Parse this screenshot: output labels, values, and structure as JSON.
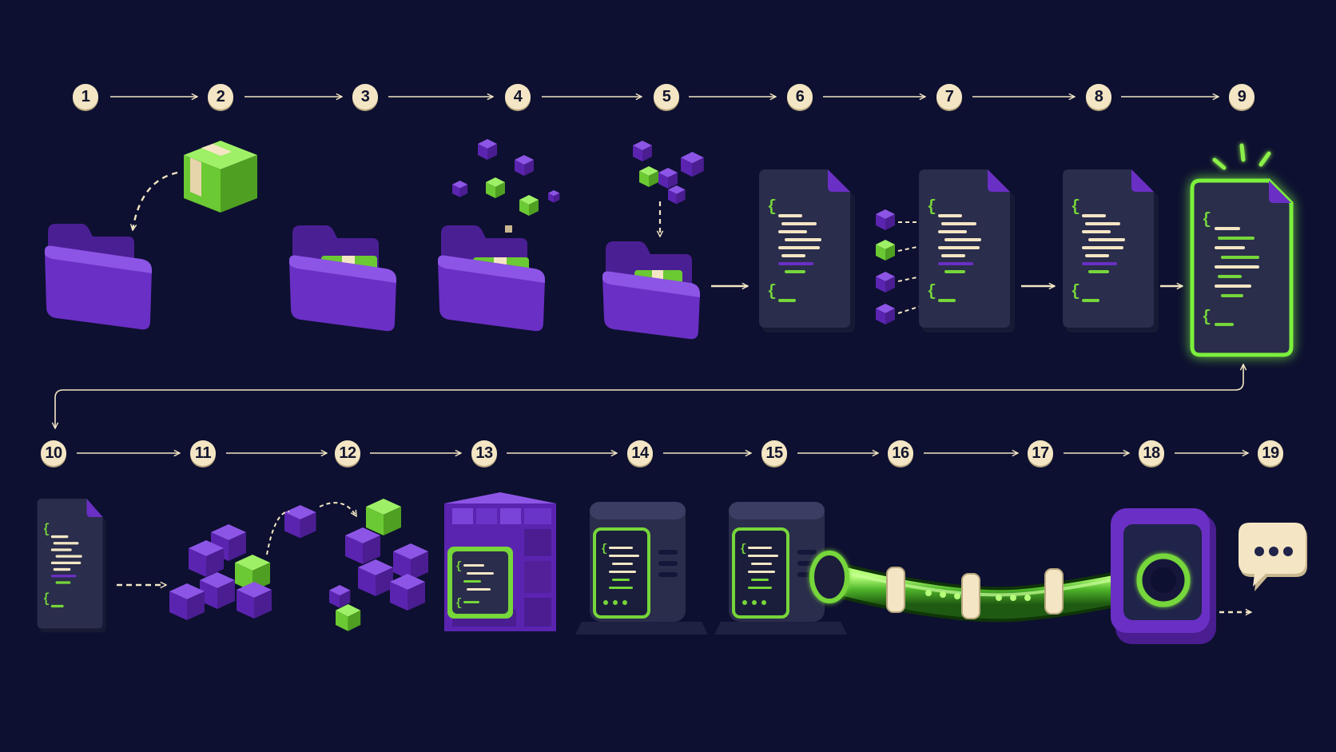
{
  "steps": [
    {
      "label": "1"
    },
    {
      "label": "2"
    },
    {
      "label": "3"
    },
    {
      "label": "4"
    },
    {
      "label": "5"
    },
    {
      "label": "6"
    },
    {
      "label": "7"
    },
    {
      "label": "8"
    },
    {
      "label": "9"
    },
    {
      "label": "10"
    },
    {
      "label": "11"
    },
    {
      "label": "12"
    },
    {
      "label": "13"
    },
    {
      "label": "14"
    },
    {
      "label": "15"
    },
    {
      "label": "16"
    },
    {
      "label": "17"
    },
    {
      "label": "18"
    },
    {
      "label": "19"
    }
  ],
  "colors": {
    "background": "#0d1030",
    "purple": "#6a2fc4",
    "green": "#76d63a",
    "cream": "#f4e6c4",
    "navy": "#272a48"
  },
  "icons": [
    "folder-icon",
    "package-icon",
    "folder-with-package-icon",
    "folder-with-scattered-cubes-icon",
    "cubes-dropping-into-folder-icon",
    "code-document-icon",
    "cubes-feeding-code-document-icon",
    "code-document-highlighted-icon",
    "glowing-code-document-icon",
    "block-stack-icon",
    "block-assembly-icon",
    "code-block-core-icon",
    "code-server-icon",
    "server-pipe-connection-icon",
    "pipe-socket-icon",
    "chat-bubble-icon"
  ]
}
